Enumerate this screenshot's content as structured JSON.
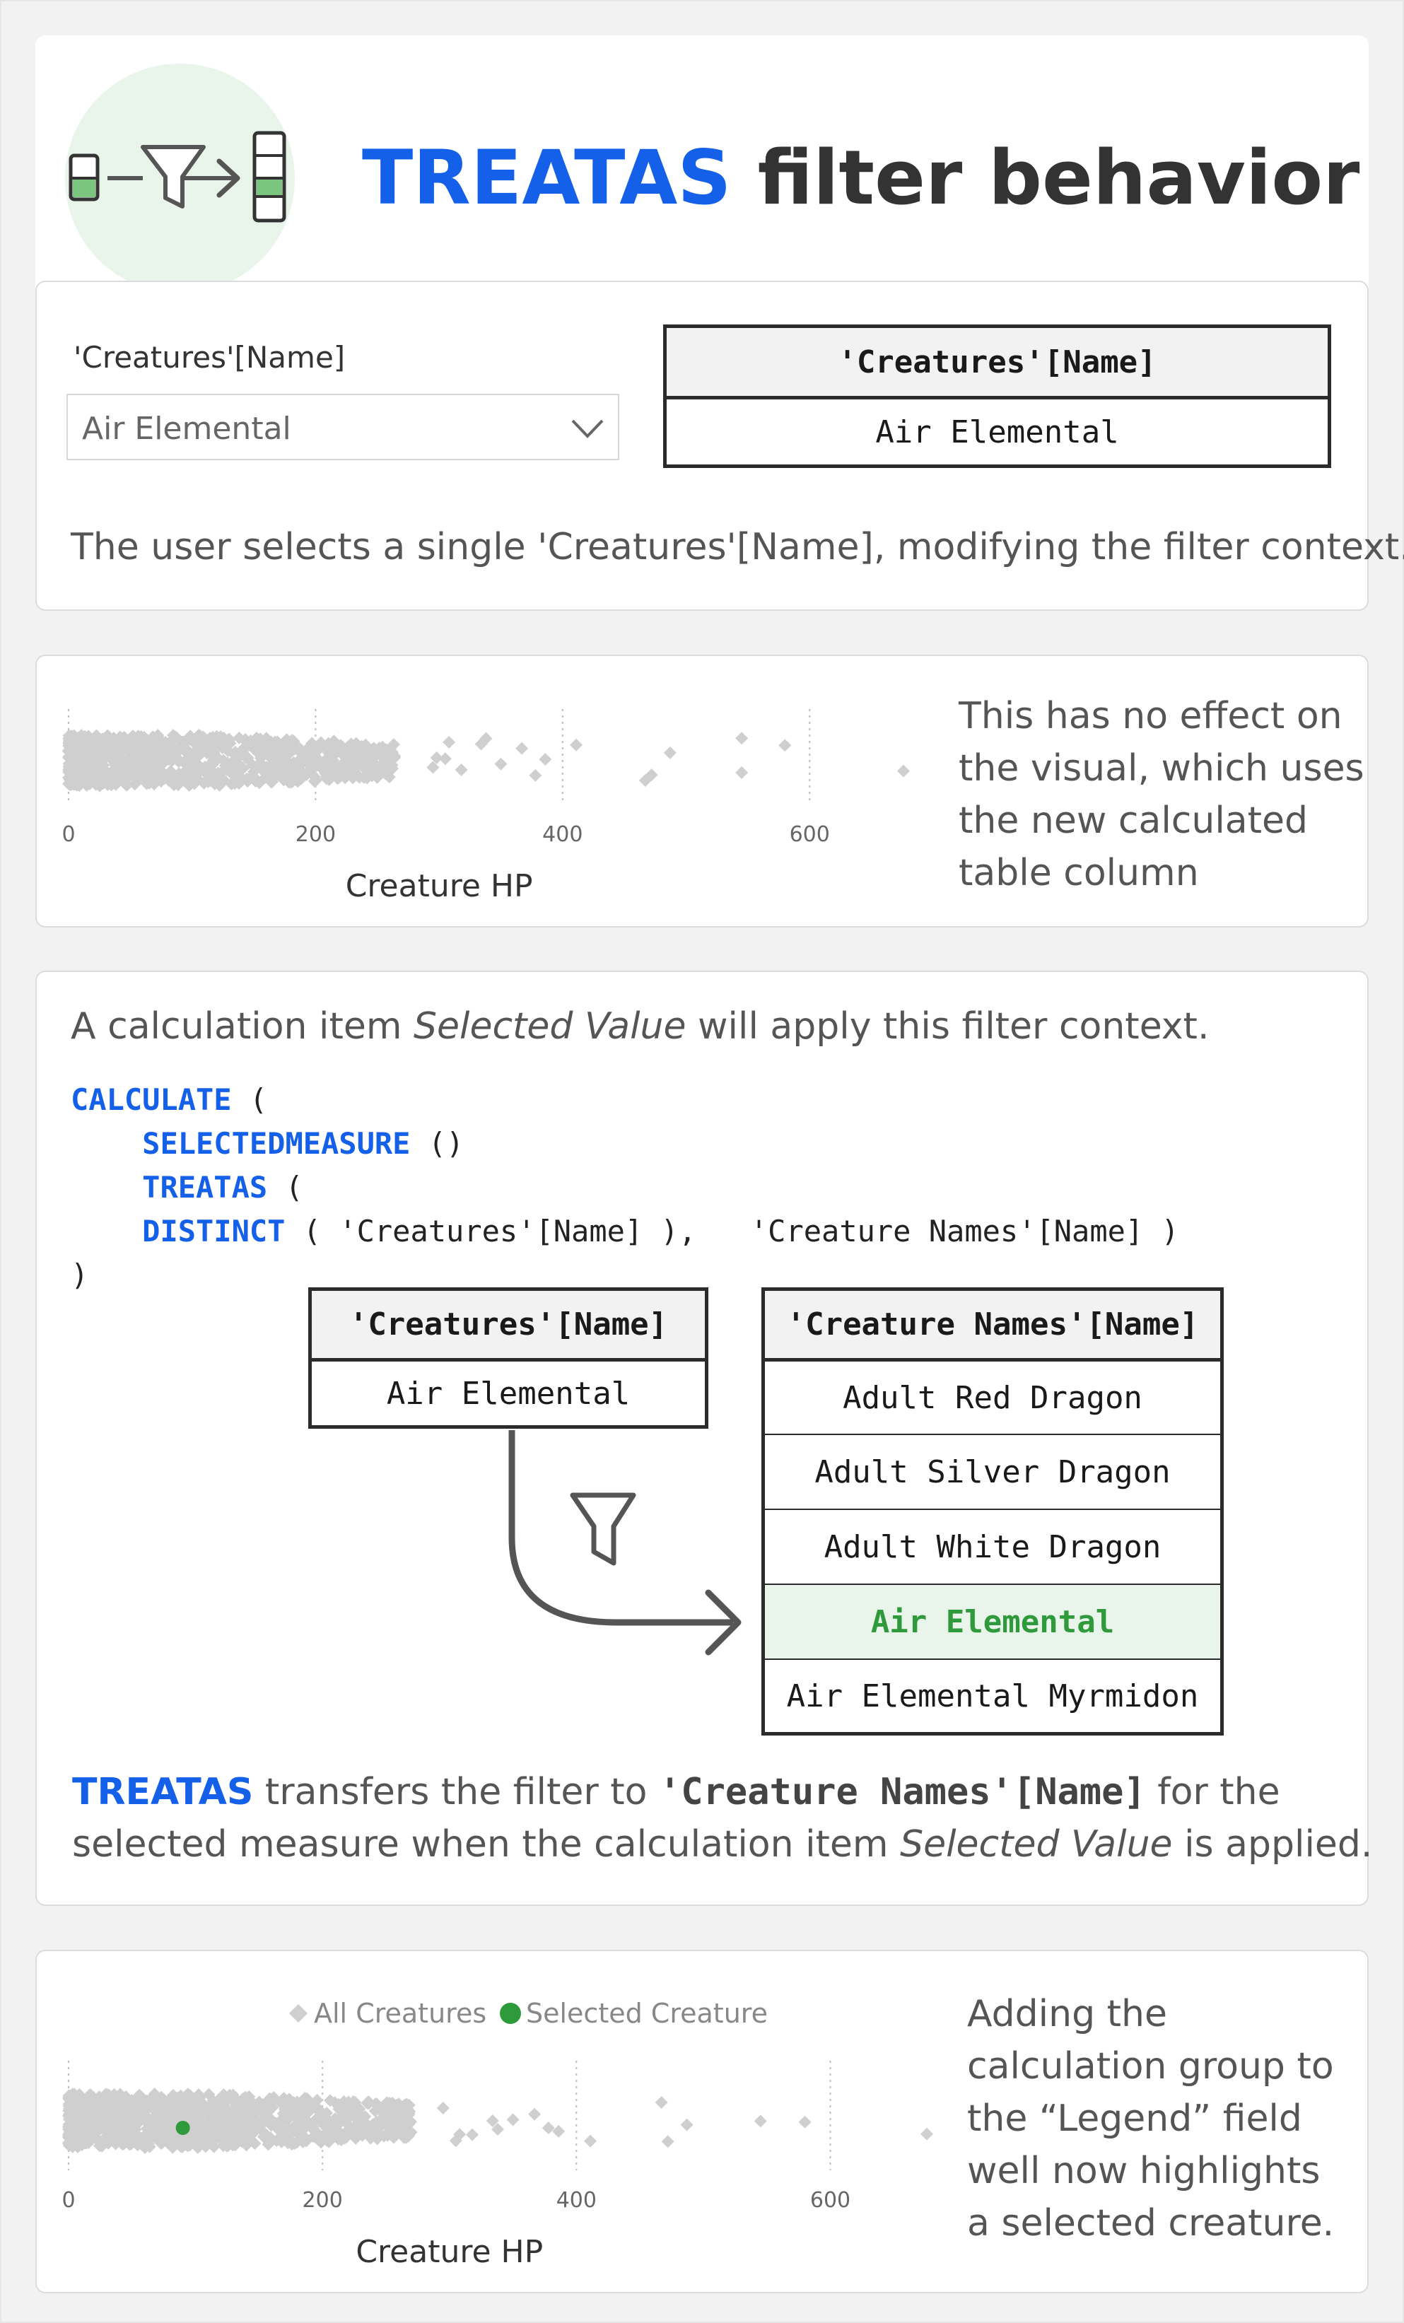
{
  "header": {
    "title_keyword": "TREATAS",
    "title_rest": " filter behavior",
    "logo_icon": "treatas-filter-logo-icon"
  },
  "slicer": {
    "label": "'Creatures'[Name]",
    "value": "Air Elemental"
  },
  "table1": {
    "header": "'Creatures'[Name]",
    "rows": [
      "Air Elemental"
    ]
  },
  "card1_caption": "The user selects a single 'Creatures'[Name], modifying the filter context.",
  "card2_caption": {
    "lines": [
      "This has no effect on",
      "the visual, which uses",
      "the new calculated",
      "table column"
    ]
  },
  "card3": {
    "intro_before": "A calculation item ",
    "intro_italic": "Selected Value",
    "intro_after": " will apply this filter context.",
    "code": {
      "l1_kw": "CALCULATE",
      "l1_rest": " (",
      "l2_kw": "SELECTEDMEASURE",
      "l2_rest": " ()",
      "l3_kw": "TREATAS",
      "l3_rest": " (",
      "l4_kw": "DISTINCT",
      "l4_rest": " ( 'Creatures'[Name] ),   'Creature Names'[Name] )",
      "l5": ")"
    },
    "source_table": {
      "header": "'Creatures'[Name]",
      "rows": [
        "Air Elemental"
      ]
    },
    "target_table": {
      "header": "'Creature Names'[Name]",
      "rows": [
        "Adult Red Dragon",
        "Adult Silver Dragon",
        "Adult White Dragon",
        "Air Elemental",
        "Air Elemental Myrmidon"
      ],
      "highlighted": "Air Elemental"
    },
    "filter_icon": "funnel-filter-icon",
    "outro_kw": "TREATAS",
    "outro_1": " transfers the filter to ",
    "outro_mono": "'Creature Names'[Name]",
    "outro_2": " for the",
    "outro_3": "selected measure when the calculation item ",
    "outro_italic": "Selected Value",
    "outro_4": " is applied."
  },
  "card4_caption": {
    "lines": [
      "Adding the",
      "calculation group to",
      "the “Legend” field",
      "well now highlights",
      "a selected creature."
    ]
  },
  "colors": {
    "accent_blue": "#1560e8",
    "highlight_green": "#2f9a3b",
    "highlight_bg": "#e9f5ea",
    "point_grey": "#cfcfcf"
  },
  "chart_data": [
    {
      "type": "scatter",
      "title": "",
      "xlabel": "Creature HP",
      "ylabel": "",
      "xlim": [
        0,
        676
      ],
      "xticks": [
        0,
        200,
        400,
        600
      ],
      "grid": "vertical-dotted",
      "series": [
        {
          "color": "#cfcfcf",
          "marker": "diamond",
          "outliers_x": [
            295,
            298,
            305,
            308,
            318,
            334,
            338,
            350,
            367,
            378,
            386,
            411,
            467,
            472,
            487,
            545,
            545,
            580,
            676
          ]
        }
      ],
      "dense_range": [
        0,
        265
      ]
    },
    {
      "type": "scatter",
      "title": "",
      "xlabel": "Creature HP",
      "ylabel": "",
      "xlim": [
        0,
        676
      ],
      "xticks": [
        0,
        200,
        400,
        600
      ],
      "grid": "vertical-dotted",
      "legend": [
        "All Creatures",
        "Selected Creature"
      ],
      "legend_position": "top",
      "series": [
        {
          "name": "All Creatures",
          "color": "#cfcfcf",
          "marker": "diamond",
          "outliers_x": [
            295,
            305,
            308,
            318,
            334,
            338,
            350,
            367,
            378,
            386,
            411,
            467,
            472,
            487,
            545,
            580,
            676
          ]
        },
        {
          "name": "Selected Creature",
          "color": "#2f9a3b",
          "marker": "circle",
          "x": [
            90
          ]
        }
      ],
      "dense_range": [
        0,
        270
      ]
    }
  ]
}
